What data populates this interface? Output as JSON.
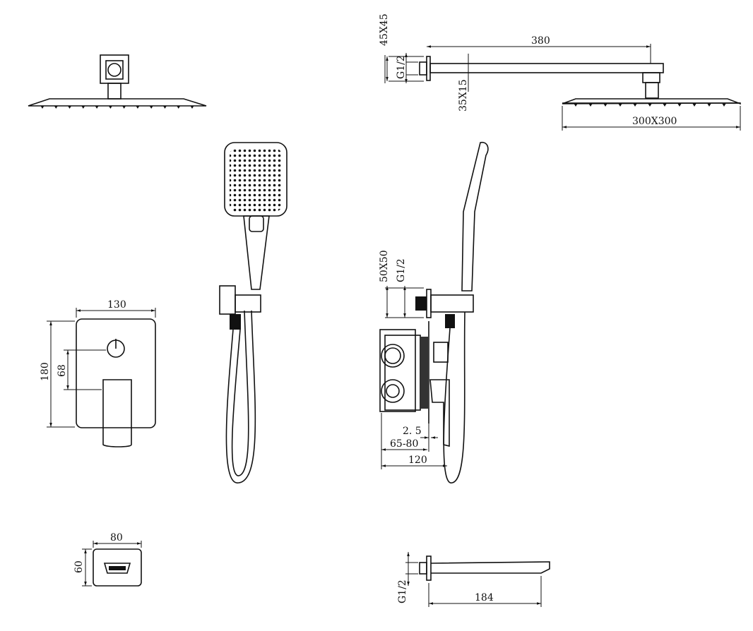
{
  "title": "Concealed shower set technical drawing",
  "dimensions": {
    "arm_flange": "45X45",
    "arm_thread": "G1/2",
    "arm_length": "380",
    "arm_section": "35X15",
    "head_size": "300X300",
    "holder_flange": "50X50",
    "holder_thread": "G1/2",
    "plate_gap": "2. 5",
    "wall_depth": "65-80",
    "valve_depth": "120",
    "plate_width": "130",
    "plate_height": "180",
    "handle_offset": "68",
    "spout_plate_width": "80",
    "spout_plate_height": "60",
    "spout_thread": "G1/2",
    "spout_length": "184"
  },
  "colors": {
    "line": "#111111",
    "background": "#ffffff"
  }
}
